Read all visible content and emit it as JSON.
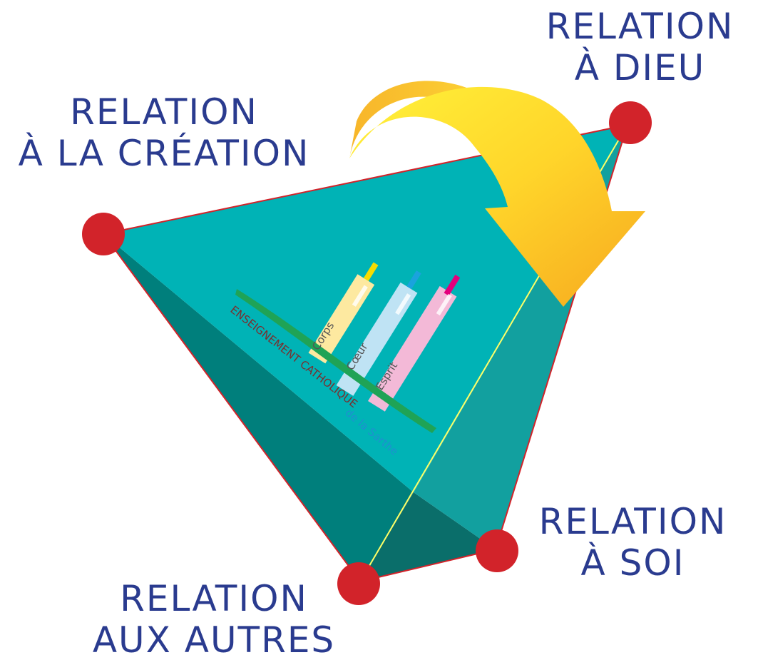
{
  "labels": {
    "creation": {
      "line1": "RELATION",
      "line2": "À LA CRÉATION"
    },
    "dieu": {
      "line1": "RELATION",
      "line2": "À DIEU"
    },
    "soi": {
      "line1": "RELATION",
      "line2": "À SOI"
    },
    "autres": {
      "line1": "RELATION",
      "line2": "AUX AUTRES"
    }
  },
  "logo": {
    "brand": "ENSEIGNEMENT CATHOLIQUE",
    "region": "de la Sarthe",
    "bar_corps": "Corps",
    "bar_coeur": "Cœur",
    "bar_esprit": "Esprit"
  },
  "colors": {
    "vertex": "#d2232a",
    "text": "#2a3b8f",
    "face_front": "#00b2b5",
    "face_left": "#008582",
    "face_right": "#11a09f",
    "face_bottom": "#0b6f6b",
    "edge": "#d2232a",
    "hidden_edge": "#ffff66",
    "arrow": "#f7c52c"
  }
}
